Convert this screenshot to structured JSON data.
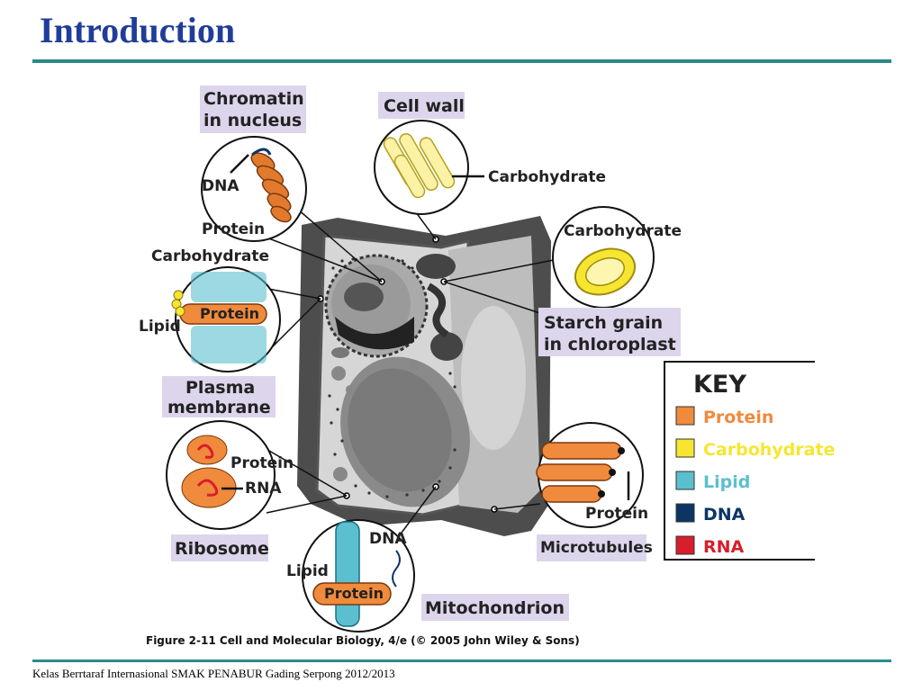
{
  "slide": {
    "title": "Introduction",
    "footer": "Kelas Berrtaraf Internasional SMAK PENABUR Gading Serpong 2012/2013"
  },
  "figure": {
    "caption": "Figure 2-11  Cell and Molecular Biology, 4/e (© 2005 John Wiley & Sons)",
    "labels": {
      "chromatin_line1": "Chromatin",
      "chromatin_line2": "in nucleus",
      "dna": "DNA",
      "protein": "Protein",
      "cell_wall": "Cell wall",
      "carbohydrate": "Carbohydrate",
      "carbohydrate_starch": "Carbohydrate",
      "carbohydrate_membrane": "Carbohydrate",
      "lipid": "Lipid",
      "protein_membrane": "Protein",
      "starch_line1": "Starch grain",
      "starch_line2": "in chloroplast",
      "plasma_line1": "Plasma",
      "plasma_line2": "membrane",
      "protein_ribosome": "Protein",
      "rna": "RNA",
      "ribosome": "Ribosome",
      "dna_mito": "DNA",
      "lipid_mito": "Lipid",
      "protein_mito": "Protein",
      "mitochondrion": "Mitochondrion",
      "protein_micro": "Protein",
      "microtubules": "Microtubules"
    },
    "key": {
      "title": "KEY",
      "items": [
        {
          "label": "Protein",
          "color": "#f08a3c"
        },
        {
          "label": "Carbohydrate",
          "color": "#f6e631"
        },
        {
          "label": "Lipid",
          "color": "#5bbfcf"
        },
        {
          "label": "DNA",
          "color": "#0c3566"
        },
        {
          "label": "RNA",
          "color": "#d81e2c"
        }
      ]
    }
  }
}
